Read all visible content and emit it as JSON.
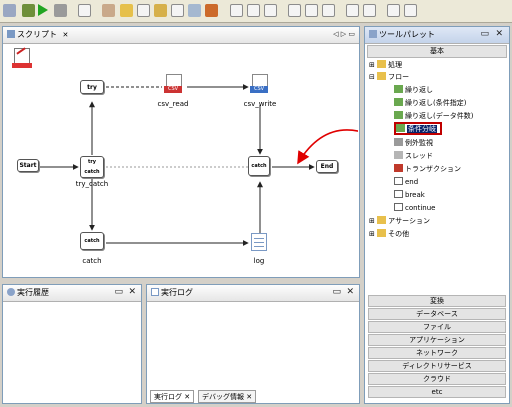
{
  "editor": {
    "tab_label": "スクリプト",
    "close": "✕",
    "nav": "◁ ▷ ▭"
  },
  "nodes": {
    "try": "try",
    "csv_read": "csv_read",
    "csv_write": "csv_write",
    "start": "Start",
    "try_catch": "try_catch",
    "catch_node": "catch",
    "catch_label": "catch",
    "end": "End",
    "log": "log",
    "csv_badge": "CSV",
    "catch_icon": "catch",
    "try_icon": "try"
  },
  "palette": {
    "title": "ツールパレット",
    "basic_header": "基本",
    "tree": {
      "processing": "処理",
      "flow": "フロー",
      "repeat": "繰り返し",
      "repeat_cond": "繰り返し(条件指定)",
      "repeat_data": "繰り返し(データ件数)",
      "condition": "条件分岐",
      "exception": "例外監視",
      "thread": "スレッド",
      "transaction": "トランザクション",
      "end": "end",
      "break": "break",
      "continue": "continue",
      "assertion": "アサーション",
      "other": "その他"
    },
    "categories": [
      "変換",
      "データベース",
      "ファイル",
      "アプリケーション",
      "ネットワーク",
      "ディレクトリサービス",
      "クラウド",
      "etc"
    ]
  },
  "history": {
    "title": "実行履歴"
  },
  "log": {
    "title": "実行ログ",
    "bottom_tabs": [
      "実行ログ",
      "デバッグ情報"
    ]
  },
  "controls": {
    "maximize": "▭",
    "close": "✕",
    "collapse": "⊟",
    "expand": "⊞"
  },
  "colors": {
    "highlight_box": "#c00000",
    "arrow": "#e00000",
    "selection_bg": "#0a246a"
  }
}
